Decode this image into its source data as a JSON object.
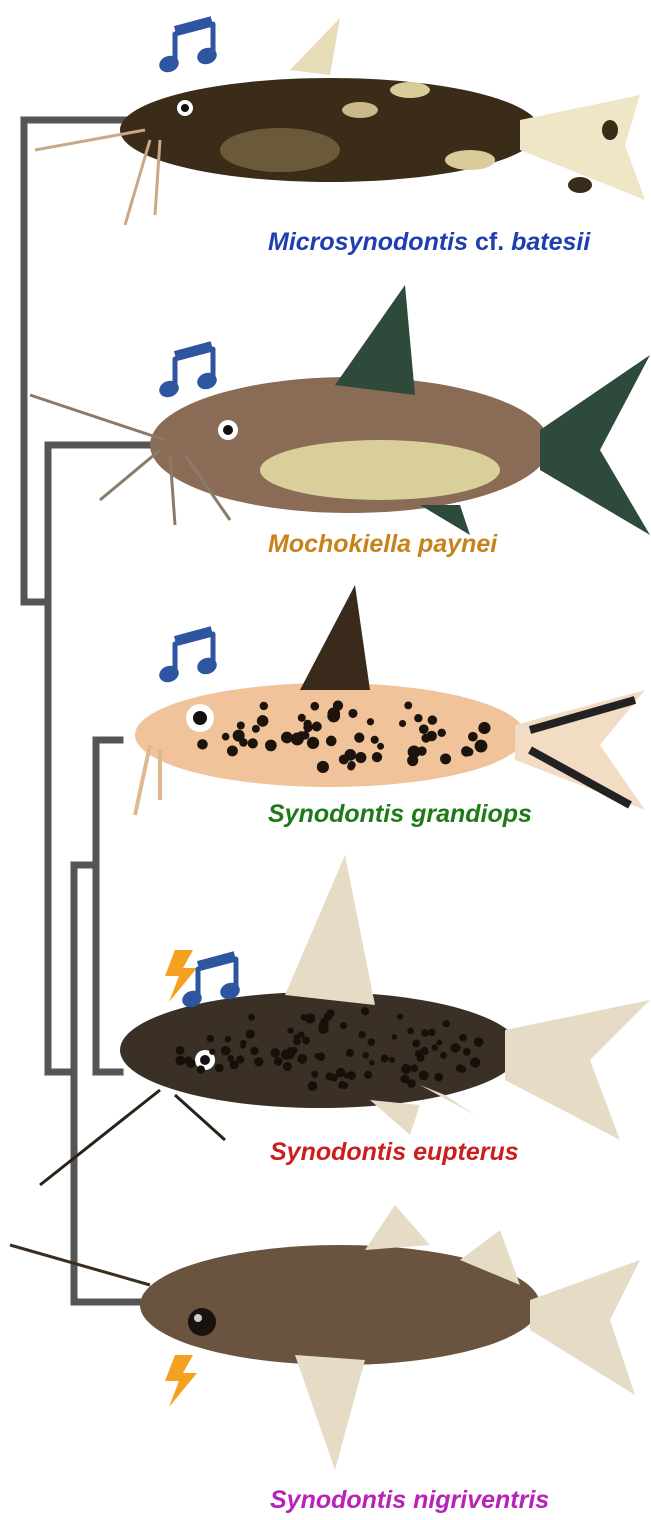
{
  "colors": {
    "tree": "#555555",
    "note": "#2e55a0",
    "bolt": "#f5a020",
    "label_blue": "#1f3fae",
    "label_orange": "#c8821c",
    "label_green": "#1e7a18",
    "label_red": "#cc1e1e",
    "label_magenta": "#b822b8"
  },
  "species": [
    {
      "genus": "Microsynodontis",
      "qualifier": "cf.",
      "epithet": "batesii",
      "color": "#1f3fae",
      "signals": [
        "music-note"
      ]
    },
    {
      "genus": "Mochokiella",
      "qualifier": "",
      "epithet": "paynei",
      "color": "#c8821c",
      "signals": [
        "music-note"
      ]
    },
    {
      "genus": "Synodontis",
      "qualifier": "",
      "epithet": "grandiops",
      "color": "#1e7a18",
      "signals": [
        "music-note"
      ]
    },
    {
      "genus": "Synodontis",
      "qualifier": "",
      "epithet": "eupterus",
      "color": "#cc1e1e",
      "signals": [
        "lightning-bolt",
        "music-note"
      ]
    },
    {
      "genus": "Synodontis",
      "qualifier": "",
      "epithet": "nigriventris",
      "color": "#b822b8",
      "signals": [
        "lightning-bolt"
      ]
    }
  ]
}
